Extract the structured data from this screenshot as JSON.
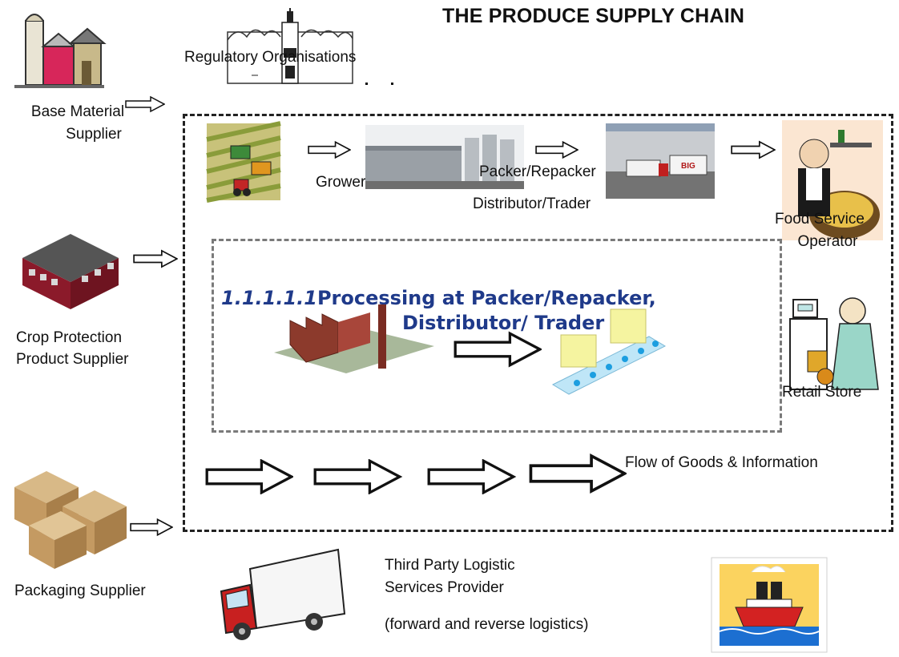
{
  "title": "THE PRODUCE SUPPLY CHAIN",
  "labels": {
    "regulatory": "Regulatory Organisations",
    "base_material_1": "Base Material",
    "base_material_2": "Supplier",
    "grower": "Grower",
    "packer": "Packer/Repacker",
    "distributor": "Distributor/Trader",
    "food_service_1": "Food Service",
    "food_service_2": "Operator",
    "crop_protection_1": "Crop Protection",
    "crop_protection_2": "Product Supplier",
    "retail": "Retail Store",
    "processing_num": "1.1.1.1.1",
    "processing_1": "Processing at Packer/Repacker,",
    "processing_2": "Distributor/ Trader",
    "flow": "Flow of Goods & Information",
    "packaging": "Packaging Supplier",
    "third_party_1": "Third Party Logistic",
    "third_party_2": "Services Provider",
    "third_party_3": "(forward and reverse logistics)"
  },
  "icons": [
    "silo-barn-icon",
    "capitol-building-icon",
    "harvester-field-icon",
    "warehouse-photo-icon",
    "truck-depot-photo-icon",
    "waiter-icon",
    "red-building-icon",
    "cashier-icon",
    "factory-icon",
    "conveyor-boxes-icon",
    "cardboard-boxes-icon",
    "delivery-truck-icon",
    "ship-icon",
    "arrow-icon"
  ],
  "colors": {
    "processing_text": "#1f3a8a",
    "border_outer": "#222222",
    "border_inner": "#7a7a7a"
  }
}
